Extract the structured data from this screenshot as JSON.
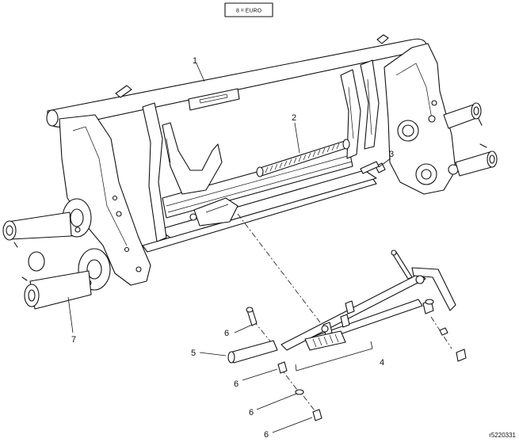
{
  "note_box": {
    "text": "8 = EURO"
  },
  "callouts": [
    {
      "id": "c1",
      "label": "1"
    },
    {
      "id": "c2",
      "label": "2"
    },
    {
      "id": "c3",
      "label": "3"
    },
    {
      "id": "c4",
      "label": "4"
    },
    {
      "id": "c5",
      "label": "5"
    },
    {
      "id": "c6a",
      "label": "6"
    },
    {
      "id": "c6b",
      "label": "6"
    },
    {
      "id": "c6c",
      "label": "6"
    },
    {
      "id": "c6d",
      "label": "6"
    },
    {
      "id": "c7",
      "label": "7"
    }
  ],
  "drawing_ref": "r5220331"
}
